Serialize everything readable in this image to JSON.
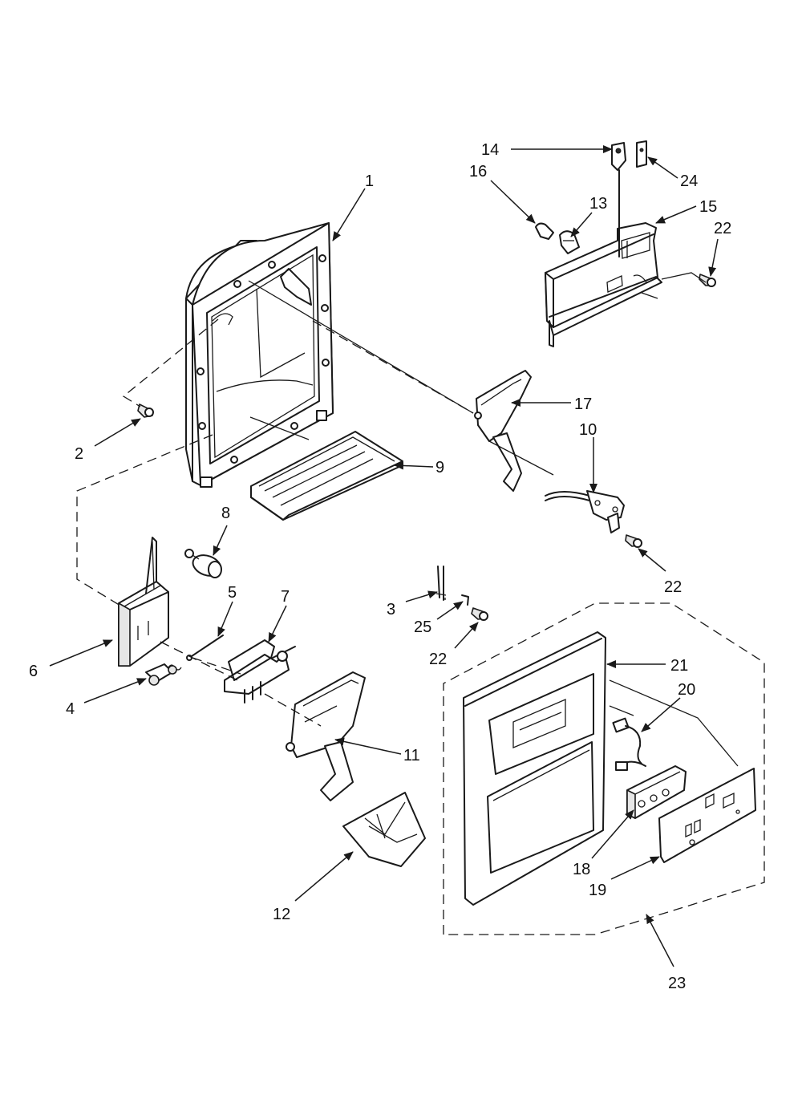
{
  "callouts": [
    {
      "id": "c1",
      "label": "1"
    },
    {
      "id": "c2",
      "label": "2"
    },
    {
      "id": "c3",
      "label": "3"
    },
    {
      "id": "c4",
      "label": "4"
    },
    {
      "id": "c5",
      "label": "5"
    },
    {
      "id": "c6",
      "label": "6"
    },
    {
      "id": "c7",
      "label": "7"
    },
    {
      "id": "c8",
      "label": "8"
    },
    {
      "id": "c9",
      "label": "9"
    },
    {
      "id": "c10",
      "label": "10"
    },
    {
      "id": "c11",
      "label": "11"
    },
    {
      "id": "c12",
      "label": "12"
    },
    {
      "id": "c13",
      "label": "13"
    },
    {
      "id": "c14",
      "label": "14"
    },
    {
      "id": "c15",
      "label": "15"
    },
    {
      "id": "c16",
      "label": "16"
    },
    {
      "id": "c17",
      "label": "17"
    },
    {
      "id": "c18",
      "label": "18"
    },
    {
      "id": "c19",
      "label": "19"
    },
    {
      "id": "c20",
      "label": "20"
    },
    {
      "id": "c21",
      "label": "21"
    },
    {
      "id": "c22a",
      "label": "22"
    },
    {
      "id": "c22b",
      "label": "22"
    },
    {
      "id": "c22c",
      "label": "22"
    },
    {
      "id": "c23",
      "label": "23"
    },
    {
      "id": "c24",
      "label": "24"
    },
    {
      "id": "c25",
      "label": "25"
    }
  ]
}
